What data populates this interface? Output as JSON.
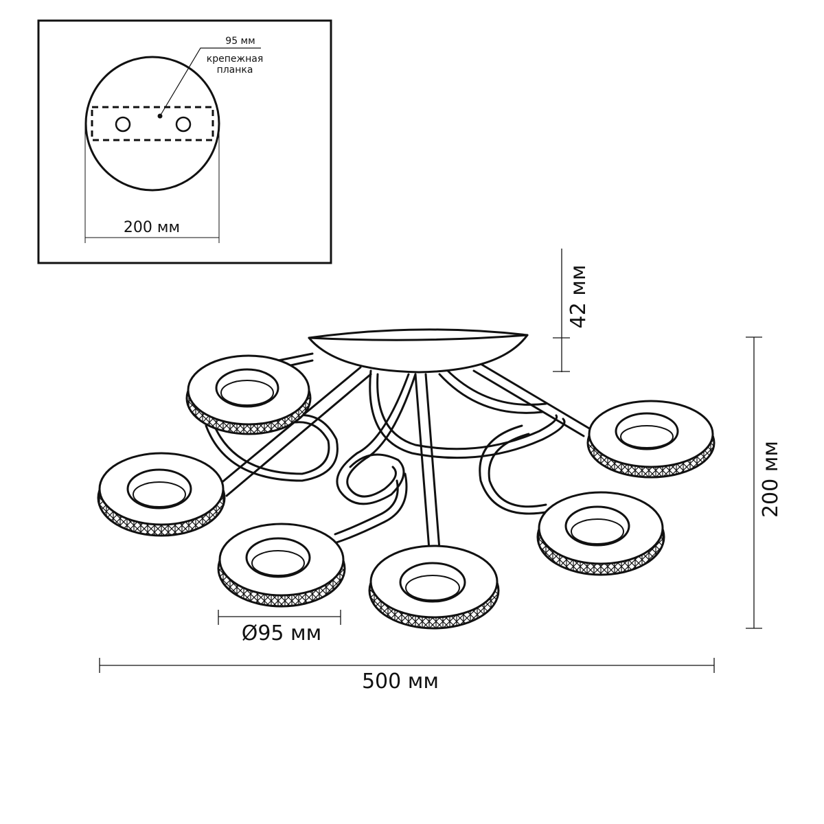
{
  "colors": {
    "line": "#111111",
    "background": "#ffffff"
  },
  "inset": {
    "mount_width_label": "95 мм",
    "plate_label_line1": "крепежная",
    "plate_label_line2": "планка",
    "canopy_diameter_label": "200 мм"
  },
  "main": {
    "canopy_height_label": "42 мм",
    "total_height_label": "200 мм",
    "shade_diameter_label": "Ø95 мм",
    "total_width_label": "500 мм"
  }
}
